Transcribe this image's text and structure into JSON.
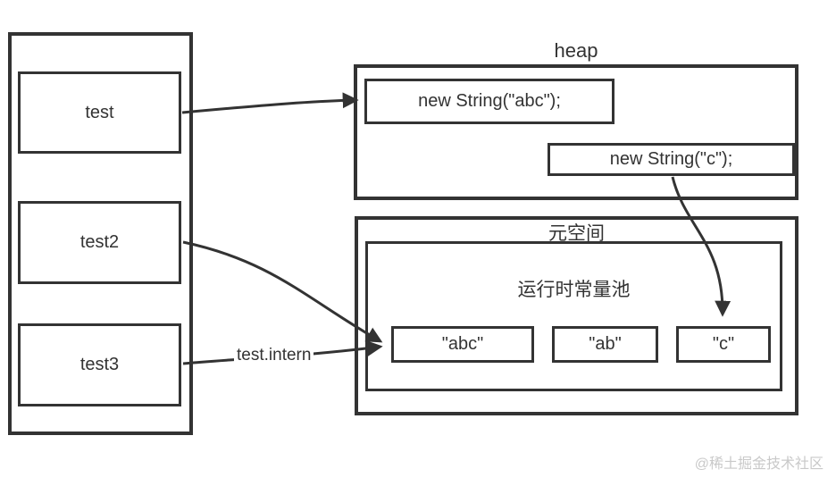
{
  "diagram": {
    "stack": {
      "vars": [
        {
          "label": "test"
        },
        {
          "label": "test2"
        },
        {
          "label": "test3"
        }
      ]
    },
    "heap": {
      "title": "heap",
      "objects": [
        {
          "label": "new String(\"abc\");"
        },
        {
          "label": "new String(\"c\");"
        }
      ]
    },
    "metaspace": {
      "title": "元空间",
      "pool": {
        "title": "运行时常量池",
        "strings": [
          {
            "label": "\"abc\""
          },
          {
            "label": "\"ab\""
          },
          {
            "label": "\"c\""
          }
        ]
      }
    },
    "labels": {
      "intern": "test.intern"
    },
    "watermark": "@稀土掘金技术社区",
    "colors": {
      "line": "#333333",
      "text": "#333333",
      "watermark": "#c9c9c9"
    }
  }
}
